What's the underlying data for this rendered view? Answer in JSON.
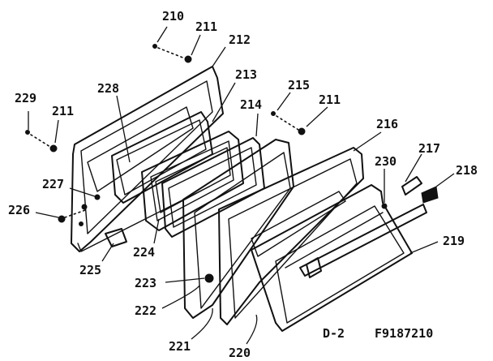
{
  "diagram": {
    "page_label": "D-2",
    "part_number": "F9187210",
    "callouts": [
      {
        "id": "210",
        "label": "210"
      },
      {
        "id": "211a",
        "label": "211"
      },
      {
        "id": "212",
        "label": "212"
      },
      {
        "id": "213",
        "label": "213"
      },
      {
        "id": "214",
        "label": "214"
      },
      {
        "id": "215",
        "label": "215"
      },
      {
        "id": "211b",
        "label": "211"
      },
      {
        "id": "216",
        "label": "216"
      },
      {
        "id": "229",
        "label": "229"
      },
      {
        "id": "211c",
        "label": "211"
      },
      {
        "id": "228",
        "label": "228"
      },
      {
        "id": "227",
        "label": "227"
      },
      {
        "id": "226",
        "label": "226"
      },
      {
        "id": "225",
        "label": "225"
      },
      {
        "id": "224",
        "label": "224"
      },
      {
        "id": "223",
        "label": "223"
      },
      {
        "id": "222",
        "label": "222"
      },
      {
        "id": "221",
        "label": "221"
      },
      {
        "id": "220",
        "label": "220"
      },
      {
        "id": "219",
        "label": "219"
      },
      {
        "id": "230",
        "label": "230"
      },
      {
        "id": "217",
        "label": "217"
      },
      {
        "id": "218",
        "label": "218"
      }
    ]
  }
}
